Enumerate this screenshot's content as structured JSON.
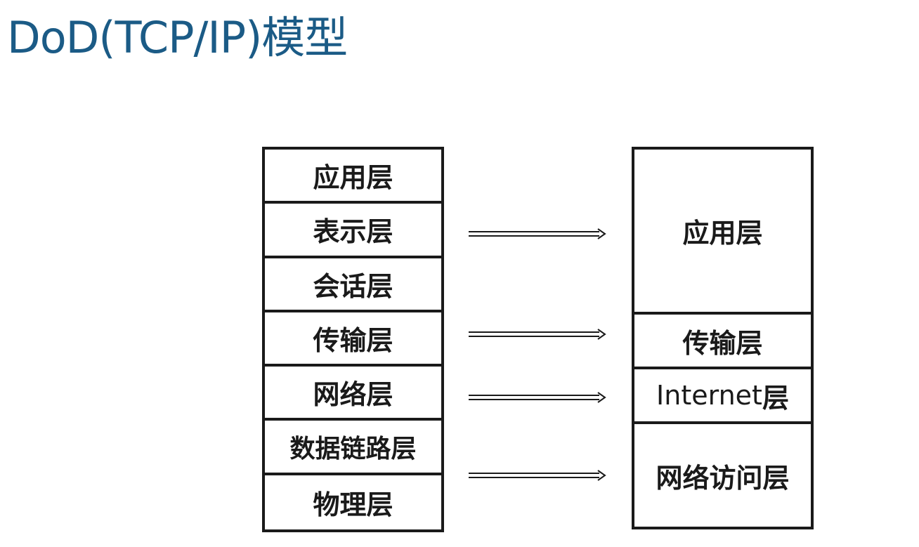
{
  "title": "DoD(TCP/IP)模型",
  "osi_layers": [
    "应用层",
    "表示层",
    "会话层",
    "传输层",
    "网络层",
    "数据链路层",
    "物理层"
  ],
  "tcpip_layers": {
    "application": "应用层",
    "transport": "传输层",
    "internet_prefix": "Internet",
    "internet_suffix": "层",
    "network_access": "网络访问层"
  }
}
